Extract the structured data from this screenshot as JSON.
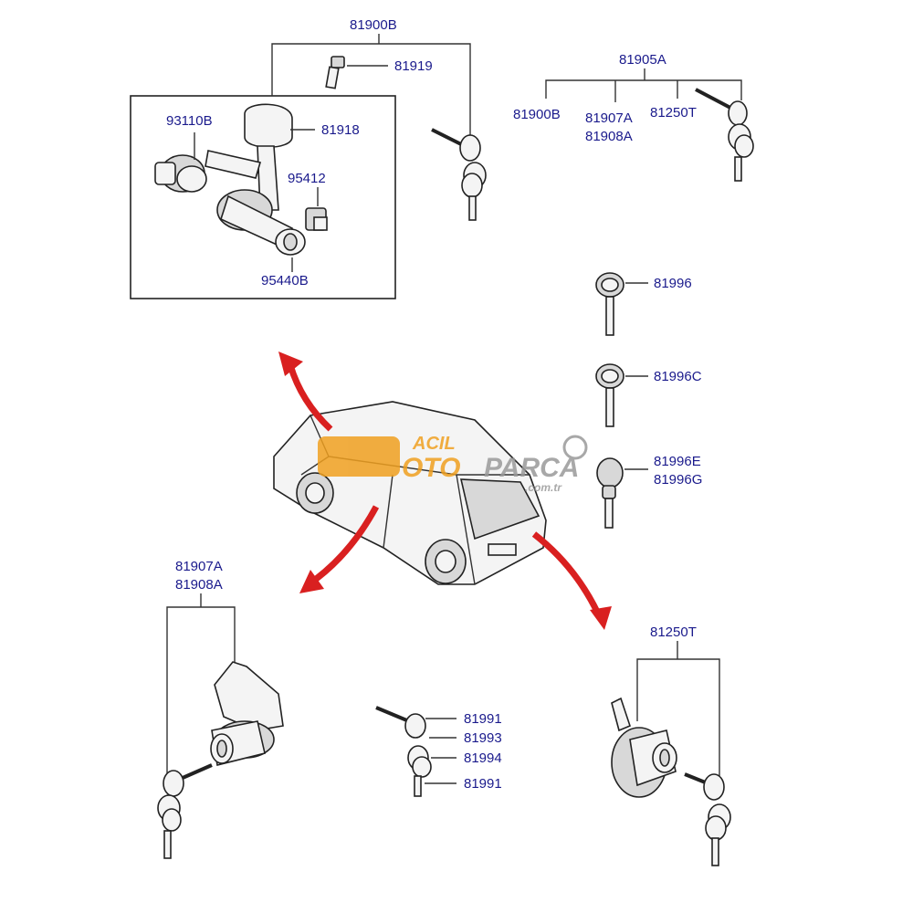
{
  "labels": {
    "top_group": "81900B",
    "bolt": "81919",
    "lock_body_set": "93110B",
    "bracket": "81918",
    "switch": "95412",
    "cylinder": "95440B",
    "key_set_group": "81905A",
    "key_set_a": "81900B",
    "key_set_b1": "81907A",
    "key_set_b2": "81908A",
    "key_set_c": "81250T",
    "key_1": "81996",
    "key_2": "81996C",
    "key_3a": "81996E",
    "key_3b": "81996G",
    "door_lock_1": "81907A",
    "door_lock_2": "81908A",
    "blank_key_1": "81991",
    "blank_key_2": "81993",
    "blank_key_3": "81994",
    "blank_key_4": "81991",
    "tailgate_lock": "81250T"
  },
  "watermark": {
    "line1": "ACIL",
    "line2": "OTO",
    "line3": "PARCA",
    "domain": ".com.tr",
    "accent_color": "#f0a020",
    "gray_color": "#9a9a9a"
  },
  "colors": {
    "label": "#1a1a8c",
    "arrow": "#d92020",
    "line": "#333333"
  }
}
